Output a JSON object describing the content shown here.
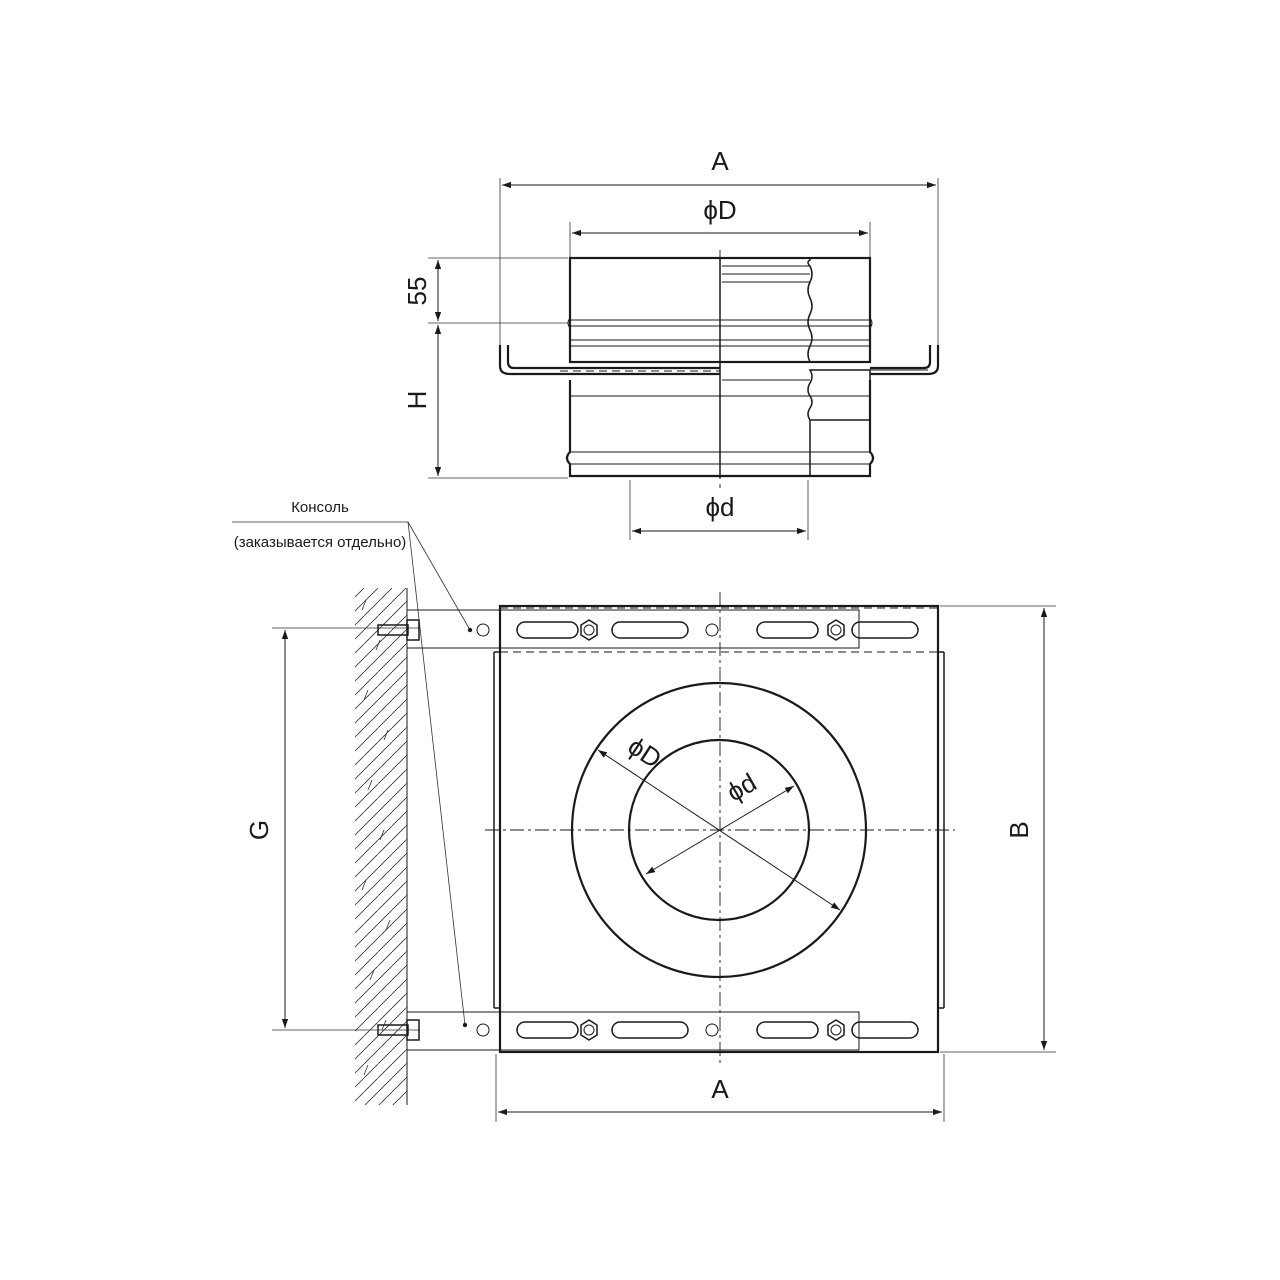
{
  "top_view": {
    "label_A": "A",
    "label_phiD": "ϕD",
    "label_55": "55",
    "label_H": "H",
    "label_phid": "ϕd"
  },
  "callout": {
    "line1": "Консоль",
    "line2": "(заказывается отдельно)"
  },
  "plan_view": {
    "label_phiD": "ϕD",
    "label_phid": "ϕd",
    "label_G": "G",
    "label_B": "B",
    "label_A": "A"
  }
}
